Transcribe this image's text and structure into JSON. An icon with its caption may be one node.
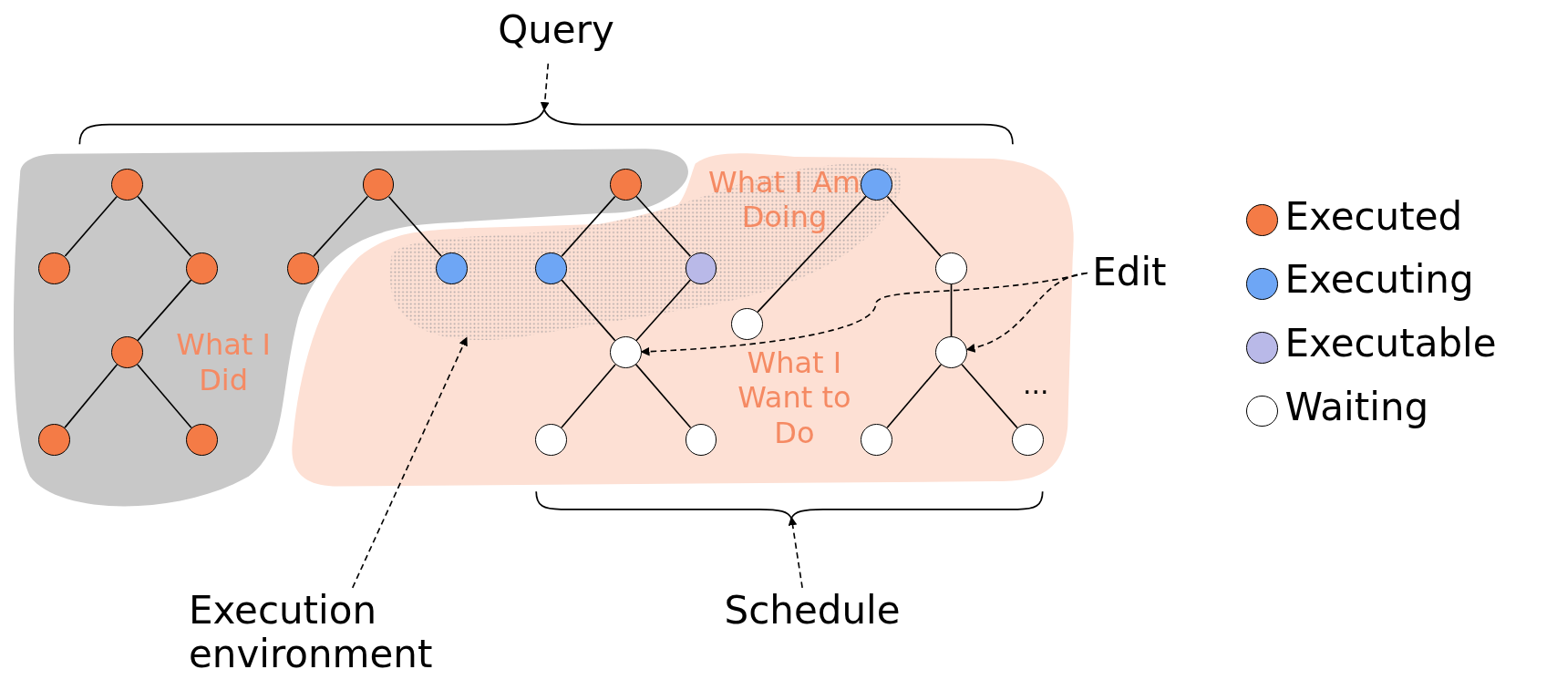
{
  "diagram": {
    "nodes": [
      {
        "text": [
          "Query"
        ]
      },
      {
        "text": [
          "What I Did"
        ]
      },
      {
        "text": [
          "What I Want to Do"
        ]
      },
      {
        "text": [
          "What I Am Doing"
        ],
        "in": 2
      },
      {
        "text": [],
        "shape": "circle",
        "in": 1
      },
      {
        "text": [],
        "shape": "circle",
        "in": 1
      },
      {
        "text": [],
        "shape": "circle",
        "in": 1
      },
      {
        "text": [],
        "shape": "circle",
        "in": 3
      },
      {
        "text": [],
        "shape": "circle",
        "in": 1
      },
      {
        "text": [],
        "shape": "circle",
        "in": 1
      },
      {
        "text": [],
        "shape": "circle",
        "in": 1
      },
      {
        "text": [],
        "shape": "circle",
        "in": 3
      },
      {
        "text": [],
        "shape": "circle",
        "in": 3
      },
      {
        "text": [],
        "shape": "circle",
        "in": 3
      },
      {
        "text": [],
        "shape": "circle",
        "in": 2
      },
      {
        "text": [],
        "shape": "circle",
        "in": 2
      },
      {
        "text": [],
        "shape": "circle",
        "in": 1
      },
      {
        "text": [],
        "shape": "circle",
        "in": 2
      },
      {
        "text": [],
        "shape": "circle",
        "in": 2
      },
      {
        "text": [],
        "shape": "circle",
        "in": 1
      },
      {
        "text": [],
        "shape": "circle",
        "in": 1
      },
      {
        "text": [],
        "shape": "circle",
        "in": 2
      },
      {
        "text": [],
        "shape": "circle",
        "in": 2
      },
      {
        "text": [],
        "shape": "circle",
        "in": 2
      },
      {
        "text": [],
        "shape": "circle",
        "in": 2
      },
      {
        "text": [
          "Edit"
        ]
      },
      {
        "text": [
          "Execution environment"
        ]
      },
      {
        "text": [
          "Schedule"
        ]
      },
      {
        "text": [],
        "shape": "brace"
      },
      {
        "text": [],
        "shape": "brace"
      }
    ],
    "edges": [
      {
        "from": 0,
        "to": 28,
        "arrow": "to",
        "style": "dashed"
      },
      {
        "from": 4,
        "to": 8,
        "arrow": "none"
      },
      {
        "from": 4,
        "to": 9,
        "arrow": "none"
      },
      {
        "from": 9,
        "to": 16,
        "arrow": "none"
      },
      {
        "from": 16,
        "to": 19,
        "arrow": "none"
      },
      {
        "from": 16,
        "to": 20,
        "arrow": "none"
      },
      {
        "from": 5,
        "to": 10,
        "arrow": "none"
      },
      {
        "from": 5,
        "to": 11,
        "arrow": "none"
      },
      {
        "from": 6,
        "to": 12,
        "arrow": "none"
      },
      {
        "from": 6,
        "to": 13,
        "arrow": "none"
      },
      {
        "from": 12,
        "to": 17,
        "arrow": "none"
      },
      {
        "from": 13,
        "to": 17,
        "arrow": "none"
      },
      {
        "from": 17,
        "to": 21,
        "arrow": "none"
      },
      {
        "from": 17,
        "to": 22,
        "arrow": "none"
      },
      {
        "from": 7,
        "to": 15,
        "arrow": "none"
      },
      {
        "from": 7,
        "to": 14,
        "arrow": "none"
      },
      {
        "from": 14,
        "to": 18,
        "arrow": "none"
      },
      {
        "from": 18,
        "to": 23,
        "arrow": "none"
      },
      {
        "from": 18,
        "to": 24,
        "arrow": "none"
      },
      {
        "from": 25,
        "to": 17,
        "arrow": "to",
        "style": "dashed"
      },
      {
        "from": 25,
        "to": 18,
        "arrow": "to",
        "style": "dashed"
      },
      {
        "from": 26,
        "to": 3,
        "arrow": "to",
        "style": "dashed"
      },
      {
        "from": 27,
        "to": 29,
        "arrow": "to",
        "style": "dashed"
      }
    ],
    "labels": [
      "..."
    ],
    "legend": [
      {
        "text": "Executed",
        "color": "#f47b46"
      },
      {
        "text": "Executing",
        "color": "#6ea6f5"
      },
      {
        "text": "Executable",
        "color": "#b9b9e8"
      },
      {
        "text": "Waiting",
        "color": "#ffffff"
      }
    ]
  }
}
